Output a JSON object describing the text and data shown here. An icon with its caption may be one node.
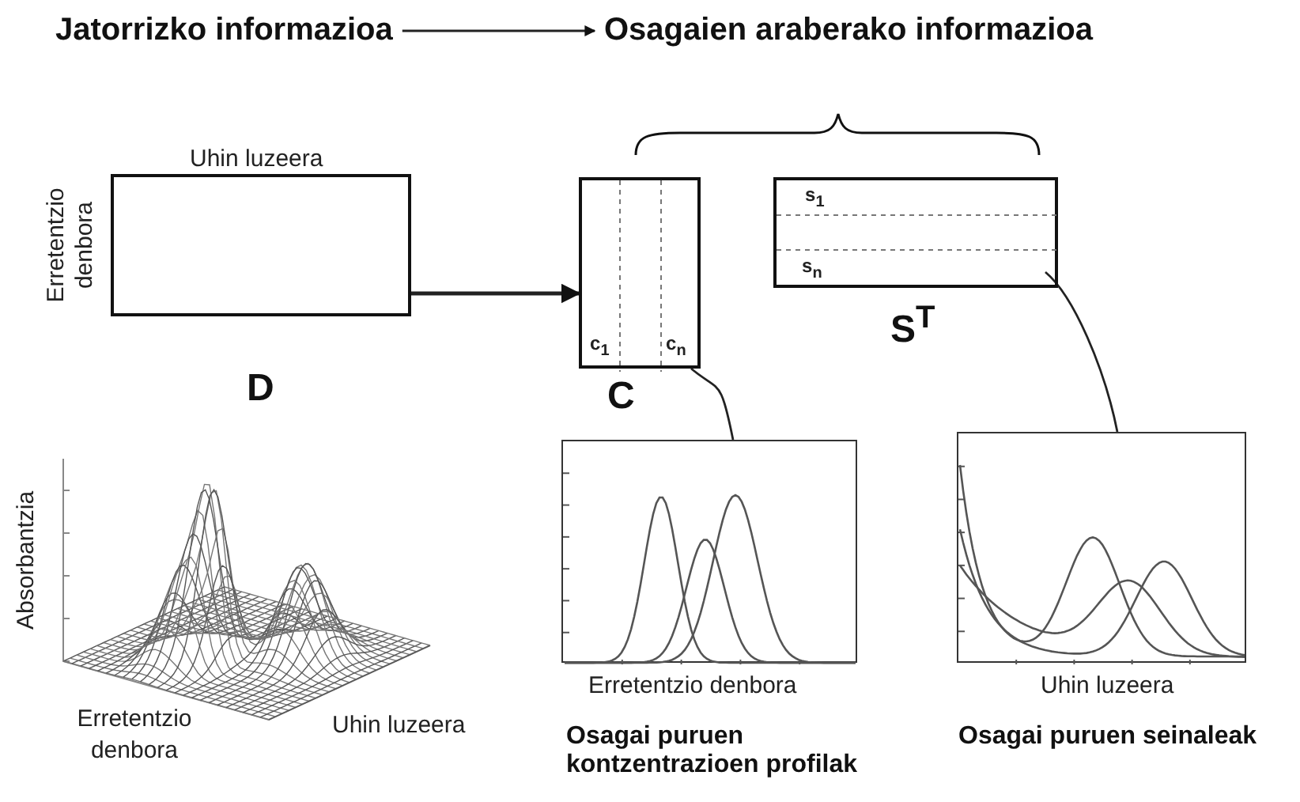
{
  "diagram": {
    "nodes": [
      {
        "text": [
          "Jatorrizko informazioa"
        ]
      },
      {
        "text": [
          "Osagaien araberako informazioa"
        ]
      },
      {
        "text": [],
        "shape": "box",
        "beside": [
          "Uhin luzeera",
          "Erretentzio denbora",
          "D"
        ]
      },
      {
        "text": [
          "c$_{1}$",
          "c$_{n}$"
        ],
        "beside": [
          "C"
        ]
      },
      {
        "text": [
          "s$_{1}$",
          "s$_{n}$"
        ],
        "beside": [
          "S$^{T}$"
        ]
      },
      {
        "text": [],
        "shape": "picture",
        "beside": [
          "Erretentzio denbora",
          "Osagai puruen kontzentrazioen profilak"
        ]
      },
      {
        "text": [],
        "shape": "picture",
        "beside": [
          "Uhin luzeera",
          "Osagai puruen seinaleak"
        ]
      }
    ],
    "edges": [
      {
        "from": 0,
        "to": 1,
        "arrow": "to"
      },
      {
        "from": 2,
        "to": 3,
        "arrow": "to"
      },
      {
        "from": 3,
        "to": 5,
        "arrow": "none"
      },
      {
        "from": 4,
        "to": 6,
        "arrow": "none"
      }
    ],
    "labels": [
      "Absorbantzia",
      "Erretentzio denbora",
      "Uhin luzeera"
    ]
  }
}
